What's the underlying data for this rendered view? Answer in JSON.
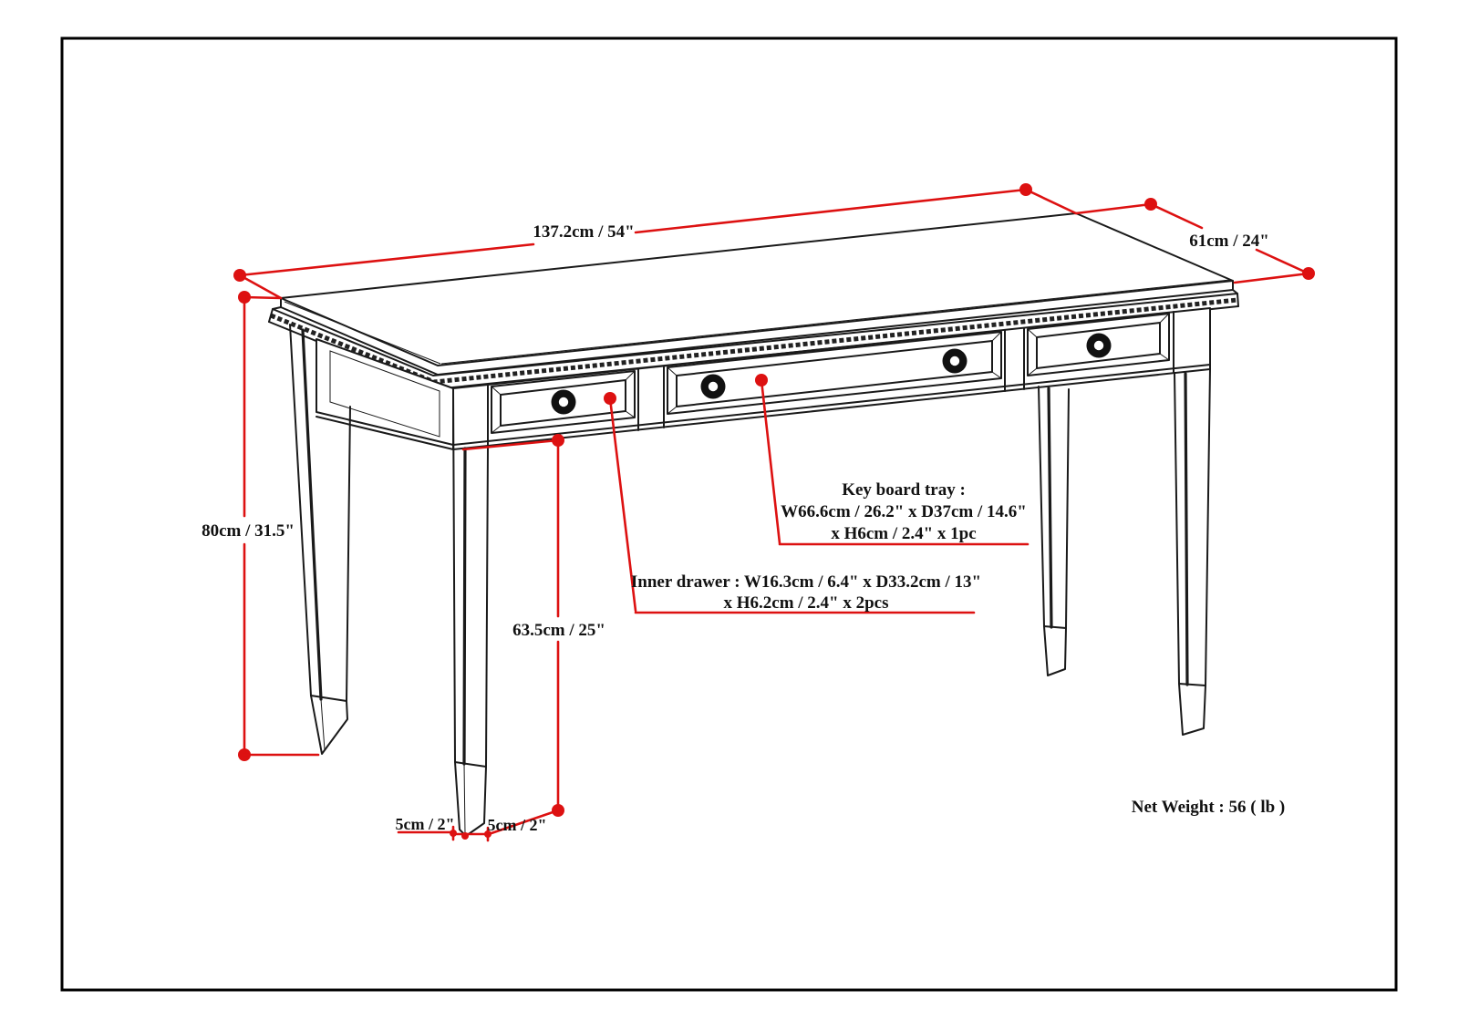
{
  "page": {
    "background": "#ffffff",
    "border_color": "#000000"
  },
  "colors": {
    "dimension_red": "#dd1111",
    "drawing_black": "#1a1a1a"
  },
  "dimensions": {
    "width": {
      "label": "137.2cm / 54\""
    },
    "depth": {
      "label": "61cm / 24\""
    },
    "height": {
      "label": "80cm / 31.5\""
    },
    "clearance": {
      "label": "63.5cm / 25\""
    },
    "foot_side": {
      "label": "5cm / 2\""
    },
    "foot_front": {
      "label": "5cm / 2\""
    }
  },
  "annotations": {
    "keyboard_tray": {
      "line1": "Key board tray :",
      "line2": "W66.6cm / 26.2\" x D37cm / 14.6\"",
      "line3": "x H6cm / 2.4\" x 1pc"
    },
    "inner_drawer": {
      "line1": "Inner drawer : W16.3cm / 6.4\" x D33.2cm / 13\"",
      "line2": "x H6.2cm / 2.4\" x 2pcs"
    },
    "net_weight": {
      "label": "Net Weight : 56 ( lb )"
    }
  }
}
